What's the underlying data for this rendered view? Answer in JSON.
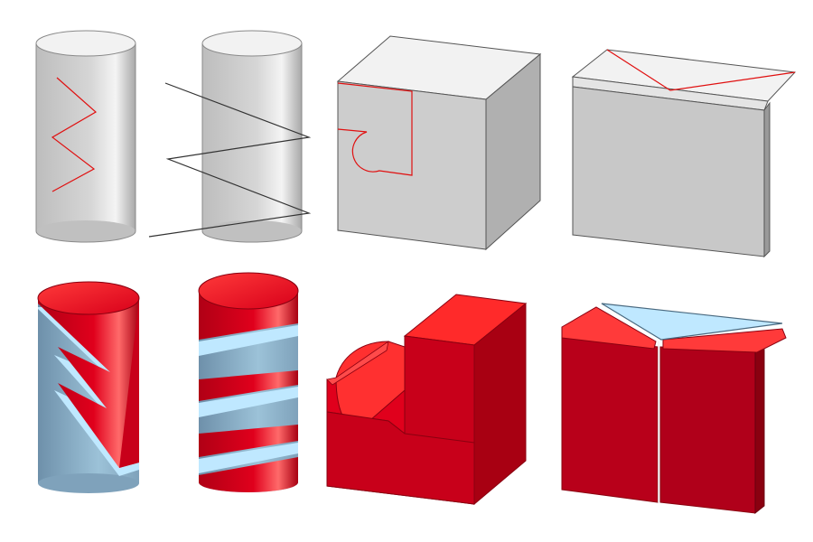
{
  "figure": {
    "panels": [
      {
        "id": "cyl-zigzag-sketch",
        "caption": ""
      },
      {
        "id": "cyl-polyline-sketch",
        "caption": ""
      },
      {
        "id": "box-notch-sketch",
        "caption": ""
      },
      {
        "id": "plate-fold-sketch",
        "caption": ""
      },
      {
        "id": "cyl-zigzag-cut",
        "caption": ""
      },
      {
        "id": "cyl-helical-cut",
        "caption": ""
      },
      {
        "id": "box-notch-cut",
        "caption": ""
      },
      {
        "id": "plate-fold-cut",
        "caption": ""
      }
    ]
  },
  "colors": {
    "background": "#ffffff",
    "grey_light": "#f2f2f2",
    "grey_mid": "#c8c8c8",
    "grey_dark": "#9a9a9a",
    "sketch_red": "#e01010",
    "sketch_dark": "#333333",
    "red_light": "#ff2a2a",
    "red_mid": "#e0001c",
    "red_dark": "#a80012",
    "blue_light": "#bfe8ff",
    "blue_mid": "#9cc2d8",
    "blue_dark": "#6e90aa"
  },
  "icons": [
    "cylinder-icon",
    "cube-icon",
    "plate-icon"
  ]
}
